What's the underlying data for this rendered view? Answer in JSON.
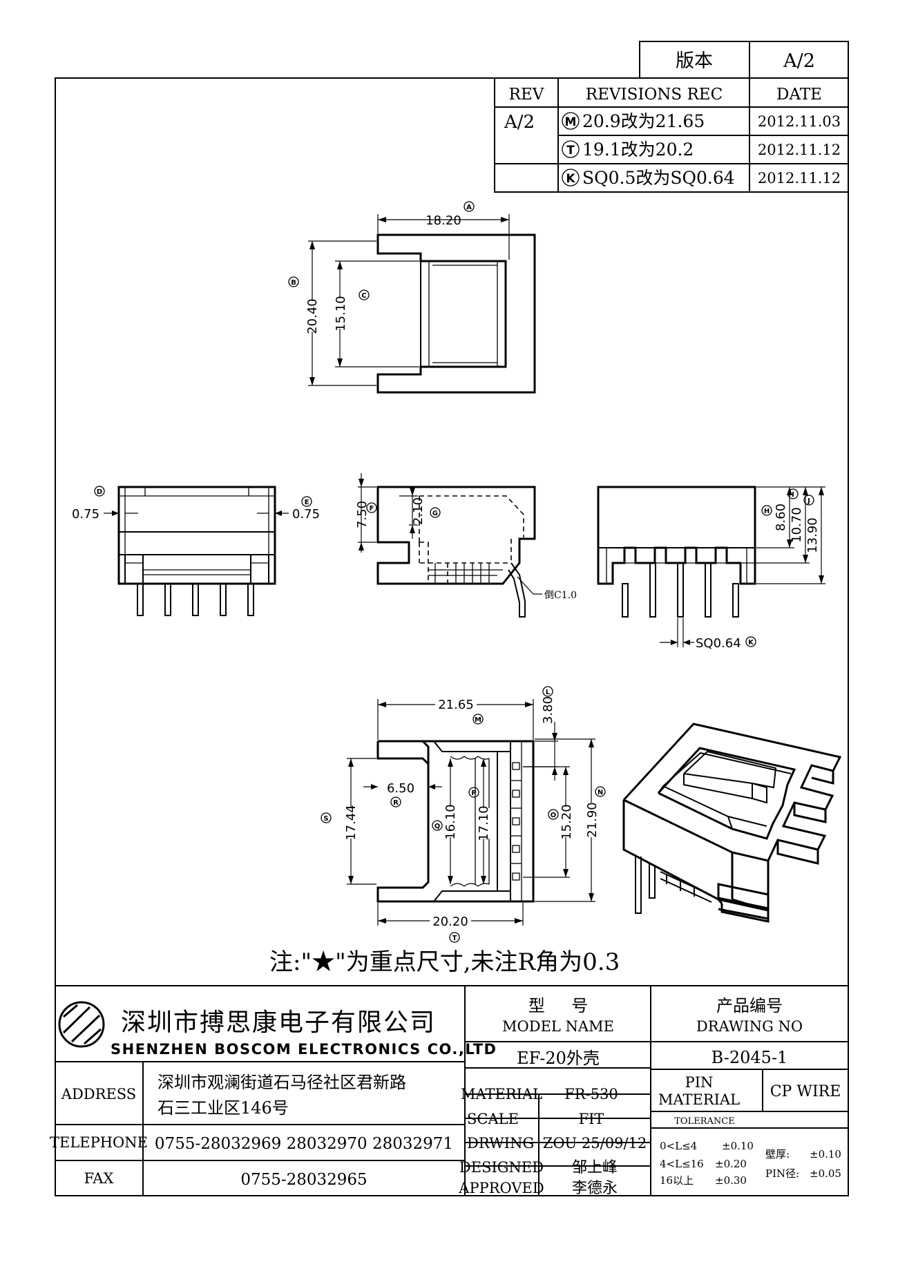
{
  "version_box": {
    "label": "版本",
    "value": "A/2"
  },
  "revisions": {
    "headers": {
      "rev": "REV",
      "rec": "REVISIONS REC",
      "date": "DATE"
    },
    "rev": "A/2",
    "rows": [
      {
        "mark": "M",
        "text": "20.9改为21.65",
        "date": "2012.11.03"
      },
      {
        "mark": "T",
        "text": "19.1改为20.2",
        "date": "2012.11.12"
      },
      {
        "mark": "K",
        "text": "SQ0.5改为SQ0.64",
        "date": "2012.11.12"
      }
    ]
  },
  "dimensions": {
    "a": "18.20",
    "b": "20.40",
    "c": "15.10",
    "d": "0.75",
    "e": "0.75",
    "f": "7.50",
    "g": "2.10",
    "chamfer": "倒C1.0",
    "i": "8.60",
    "j": "10.70",
    "h": "13.90",
    "k": "SQ0.64",
    "m": "21.65",
    "l": "3.80",
    "r": "6.50",
    "s": "17.44",
    "q": "16.10",
    "p": "17.10",
    "o": "15.20",
    "n": "21.90",
    "t": "20.20"
  },
  "markers": {
    "a": "A",
    "b": "B",
    "c": "C",
    "d": "D",
    "e": "E",
    "f": "F",
    "g": "G",
    "h": "H",
    "i": "I",
    "j": "J",
    "k": "K",
    "l": "L",
    "m": "M",
    "n": "N",
    "o": "O",
    "p": "P",
    "q": "Q",
    "r": "R",
    "s": "S",
    "t": "T"
  },
  "note": "注:\"★\"为重点尺寸,未注R角为0.3",
  "company": {
    "name_cn": "深圳市搏思康电子有限公司",
    "name_en": "SHENZHEN BOSCOM ELECTRONICS CO.,LTD"
  },
  "title_block": {
    "model_cn": "型     号",
    "model_en": "MODEL NAME",
    "model_value": "EF-20外壳",
    "drawing_cn": "产品编号",
    "drawing_en": "DRAWING NO",
    "drawing_value": "B-2045-1",
    "address_label": "ADDRESS",
    "address_line1": "深圳市观澜街道石马径社区君新路",
    "address_line2": "石三工业区146号",
    "telephone_label": "TELEPHONE",
    "telephone_value": "0755-28032969 28032970 28032971",
    "fax_label": "FAX",
    "fax_value": "0755-28032965",
    "material_label": "MATERIAL",
    "material_value": "FR-530",
    "scale_label": "SCALE",
    "scale_value": "FIT",
    "drwing_label": "DRWING",
    "drwing_value": "ZOU 25/09/12",
    "designed_label": "DESIGNED",
    "designed_value": "邹上峰",
    "approved_label": "APPROVED",
    "approved_value": "李德永",
    "pin_material_label1": "PIN",
    "pin_material_label2": "MATERIAL",
    "pin_material_value": "CP WIRE",
    "tolerance_label": "TOLERANCE",
    "tol1_range": "0<L≤4",
    "tol1_value": "±0.10",
    "tol2_range": "4<L≤16",
    "tol2_value": "±0.20",
    "tol3_range": "16以上",
    "tol3_value": "±0.30",
    "wall_label": "壁厚:",
    "wall_value": "±0.10",
    "pin_dia_label": "PIN径:",
    "pin_dia_value": "±0.05"
  }
}
